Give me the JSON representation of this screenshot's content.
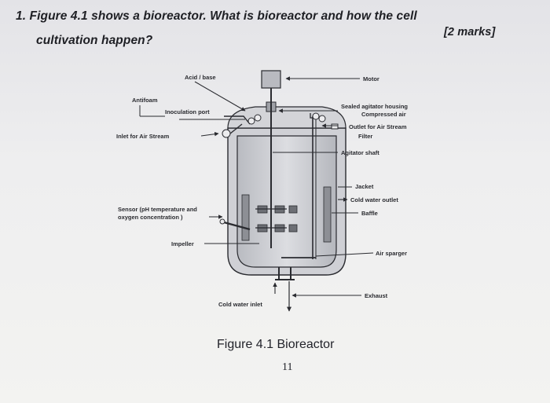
{
  "question": {
    "line1": "1. Figure 4.1 shows a bioreactor. What is bioreactor and how the cell",
    "line2": "cultivation happen?",
    "marks": "[2 marks]"
  },
  "figure": {
    "labels": {
      "motor": "Motor",
      "acid_base": "Acid / base",
      "antifoam": "Antifoam",
      "inoculation_port": "Inoculation port",
      "inlet_air": "Inlet for Air Stream",
      "sealed_bearing": "Sealed agitator housing",
      "compressed_air": "Compressed air",
      "outlet_air": "Outlet for Air Stream",
      "filter": "Filter",
      "agitator_shaft": "Agitator shaft",
      "jacket": "Jacket",
      "cold_water_outlet": "Cold water outlet",
      "baffle": "Baffle",
      "sensor_line1": "Sensor (pH temperature and",
      "sensor_line2": "oxygen concentration )",
      "impeller": "Impeller",
      "air_sparger": "Air sparger",
      "exhaust": "Exhaust",
      "cold_water_inlet": "Cold water inlet"
    },
    "caption": "Figure 4.1 Bioreactor",
    "page_number": "11"
  }
}
